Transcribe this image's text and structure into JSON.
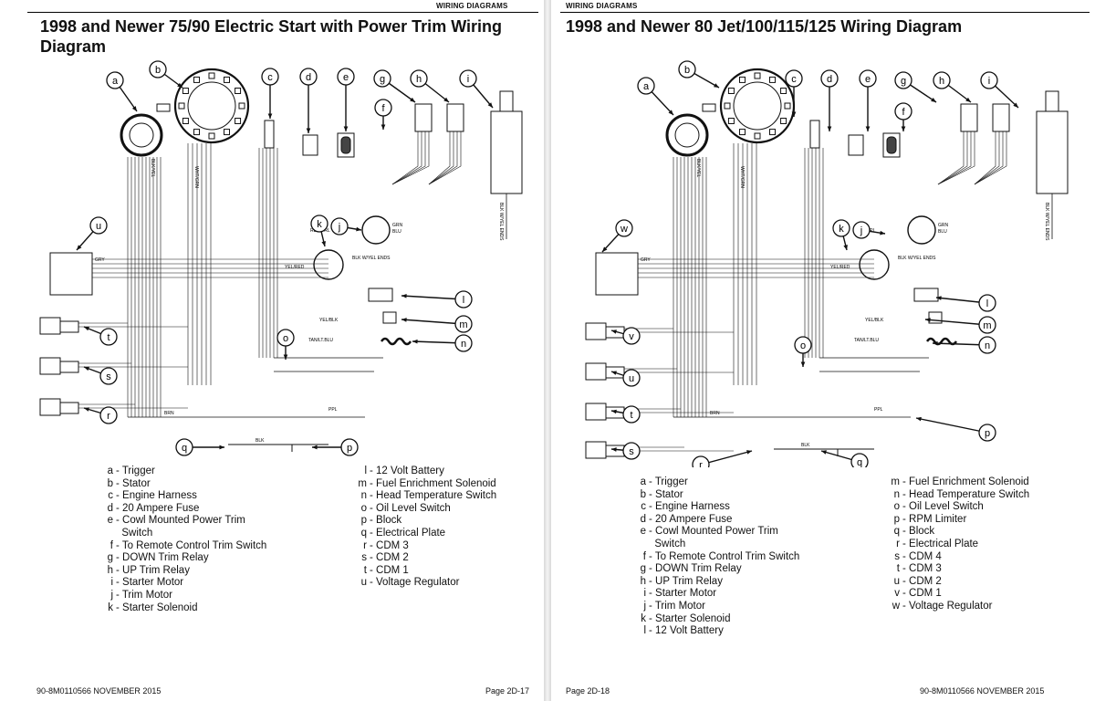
{
  "left": {
    "header": "WIRING DIAGRAMS",
    "title_line1": "1998 and Newer 75/90 Electric Start with Power Trim Wiring",
    "title_line2": "Diagram",
    "legend_col1": [
      {
        "k": "a",
        "t": "- Trigger"
      },
      {
        "k": "b",
        "t": "- Stator"
      },
      {
        "k": "c",
        "t": "- Engine Harness"
      },
      {
        "k": "d",
        "t": "- 20 Ampere Fuse"
      },
      {
        "k": "e",
        "t": "- Cowl Mounted Power Trim"
      },
      {
        "k": "",
        "t": "  Switch"
      },
      {
        "k": "f",
        "t": "- To Remote Control Trim Switch"
      },
      {
        "k": "g",
        "t": "- DOWN Trim Relay"
      },
      {
        "k": "h",
        "t": "- UP Trim Relay"
      },
      {
        "k": "i",
        "t": "- Starter Motor"
      },
      {
        "k": "j",
        "t": "- Trim Motor"
      },
      {
        "k": "k",
        "t": "- Starter Solenoid"
      }
    ],
    "legend_col2": [
      {
        "k": "l",
        "t": "- 12 Volt Battery"
      },
      {
        "k": "m",
        "t": "- Fuel Enrichment Solenoid"
      },
      {
        "k": "n",
        "t": "- Head Temperature Switch"
      },
      {
        "k": "o",
        "t": "- Oil Level Switch"
      },
      {
        "k": "p",
        "t": "- Block"
      },
      {
        "k": "q",
        "t": "- Electrical Plate"
      },
      {
        "k": "r",
        "t": "- CDM 3"
      },
      {
        "k": "s",
        "t": "- CDM 2"
      },
      {
        "k": "t",
        "t": "- CDM 1"
      },
      {
        "k": "u",
        "t": "- Voltage Regulator"
      }
    ],
    "footer_left": "90-8M0110566   NOVEMBER  2015",
    "footer_right": "Page 2D-17",
    "callouts": [
      "a",
      "b",
      "c",
      "d",
      "e",
      "f",
      "g",
      "h",
      "i",
      "j",
      "k",
      "l",
      "m",
      "n",
      "o",
      "p",
      "q",
      "r",
      "s",
      "t",
      "u"
    ],
    "wire_labels": [
      "BLK/YEL",
      "YEL/RED",
      "BLK W/YEL ENDS",
      "RED/PRL",
      "GRN",
      "BLU",
      "YEL/BLK",
      "TAN/LT.BLU",
      "BRN",
      "BLK",
      "PPL",
      "GRY",
      "WHT/GRN",
      "BLK W/YEL ENDS"
    ]
  },
  "right": {
    "header": "WIRING DIAGRAMS",
    "title": "1998 and Newer 80 Jet/100/115/125 Wiring Diagram",
    "legend_col1": [
      {
        "k": "a",
        "t": "- Trigger"
      },
      {
        "k": "b",
        "t": "- Stator"
      },
      {
        "k": "c",
        "t": "- Engine Harness"
      },
      {
        "k": "d",
        "t": "- 20 Ampere Fuse"
      },
      {
        "k": "e",
        "t": "- Cowl Mounted Power Trim"
      },
      {
        "k": "",
        "t": "  Switch"
      },
      {
        "k": "f",
        "t": "- To Remote Control Trim Switch"
      },
      {
        "k": "g",
        "t": "- DOWN Trim Relay"
      },
      {
        "k": "h",
        "t": "- UP Trim Relay"
      },
      {
        "k": "i",
        "t": "- Starter Motor"
      },
      {
        "k": "j",
        "t": "- Trim Motor"
      },
      {
        "k": "k",
        "t": "- Starter Solenoid"
      },
      {
        "k": "l",
        "t": "- 12 Volt Battery"
      }
    ],
    "legend_col2": [
      {
        "k": "m",
        "t": "- Fuel Enrichment Solenoid"
      },
      {
        "k": "n",
        "t": "- Head Temperature Switch"
      },
      {
        "k": "o",
        "t": "- Oil Level Switch"
      },
      {
        "k": "p",
        "t": "- RPM Limiter"
      },
      {
        "k": "q",
        "t": "- Block"
      },
      {
        "k": "r",
        "t": "- Electrical Plate"
      },
      {
        "k": "s",
        "t": "- CDM 4"
      },
      {
        "k": "t",
        "t": "- CDM 3"
      },
      {
        "k": "u",
        "t": "- CDM 2"
      },
      {
        "k": "v",
        "t": "- CDM 1"
      },
      {
        "k": "w",
        "t": "- Voltage Regulator"
      }
    ],
    "footer_left": "Page 2D-18",
    "footer_right": "90-8M0110566   NOVEMBER  2015",
    "callouts": [
      "a",
      "b",
      "c",
      "d",
      "e",
      "f",
      "g",
      "h",
      "i",
      "j",
      "k",
      "l",
      "m",
      "n",
      "o",
      "p",
      "q",
      "r",
      "s",
      "t",
      "u",
      "v",
      "w"
    ],
    "wire_labels": [
      "BLK/YEL",
      "YEL/RED",
      "BLK W/YEL ENDS",
      "RED/PPL",
      "GRN",
      "BLU",
      "YEL/BLK",
      "TAN/LT.BLU",
      "BRN",
      "BLK",
      "PPL",
      "GRY",
      "WHT/GRN",
      "BLK W/YEL ENDS"
    ]
  },
  "colors": {
    "ink": "#111111",
    "paper": "#ffffff"
  }
}
